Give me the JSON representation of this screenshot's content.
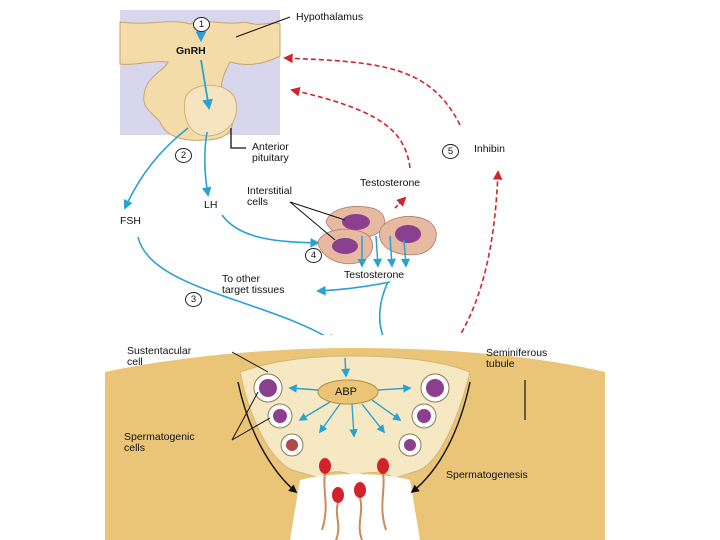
{
  "colors": {
    "hypothalamus_fill": "#d8d6ec",
    "pituitary_fill": "#f3dcaa",
    "tubule_fill": "#eac577",
    "tubule_inner": "#f7e8c4",
    "stimulatory_arrow": "#2aa1d3",
    "inhibitory_arrow": "#d2232a",
    "cell_nucleus": "#8a3f8f",
    "interstitial_cell": "#e7b9a0"
  },
  "step_numbers": [
    "1",
    "2",
    "3",
    "4",
    "5"
  ],
  "labels": {
    "hypothalamus": "Hypothalamus",
    "gnrh": "GnRH",
    "anterior_pituitary": "Anterior\npituitary",
    "fsh": "FSH",
    "lh": "LH",
    "interstitial_cells": "Interstitial\ncells",
    "testosterone_top": "Testosterone",
    "testosterone_bottom": "Testosterone",
    "inhibin": "Inhibin",
    "other_target_tissues": "To other\ntarget tissues",
    "sustentacular_cell": "Sustentacular\ncell",
    "seminiferous_tubule": "Seminiferous\ntubule",
    "abp": "ABP",
    "spermatogenic_cells": "Spermatogenic\ncells",
    "spermatogenesis": "Spermatogenesis"
  }
}
